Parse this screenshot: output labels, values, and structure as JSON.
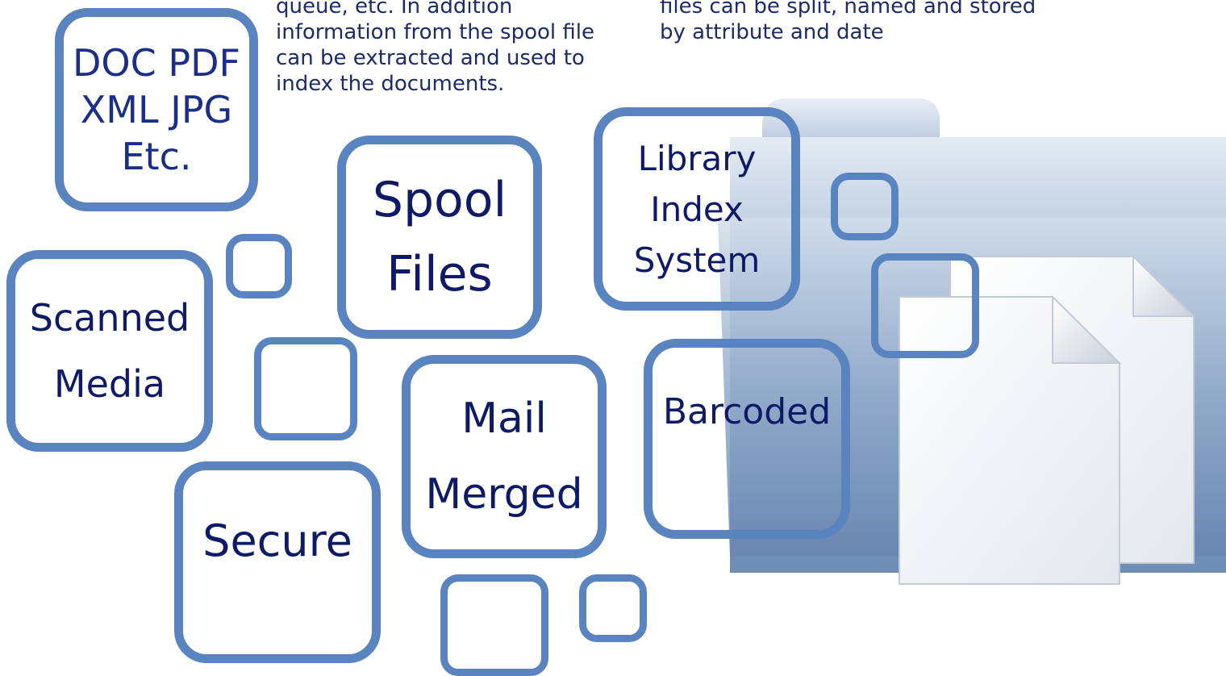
{
  "paragraphs": {
    "spool_text_lines": [
      "queue, etc.  In addition",
      "information from the spool file",
      "can be extracted and used to",
      "index the documents."
    ],
    "split_text_lines": [
      "files can be split, named and stored",
      "by attribute and date"
    ]
  },
  "boxes": {
    "formats": [
      "DOC PDF",
      "XML JPG",
      "Etc."
    ],
    "spool_files": [
      "Spool",
      "Files"
    ],
    "library_index": [
      "Library",
      "Index",
      "System"
    ],
    "scanned_media": [
      "Scanned",
      "Media"
    ],
    "mail_merged": [
      "Mail",
      "Merged"
    ],
    "barcoded": [
      "Barcoded"
    ],
    "secure": [
      "Secure"
    ]
  },
  "colors": {
    "box_border": "#5a84c0",
    "label_text": "#0e1a66",
    "paragraph_text": "#1d2b6b",
    "folder_light": "#dfe7f1",
    "folder_dark": "#6f8fb7"
  },
  "icons": [
    "folder-icon",
    "document-icon"
  ]
}
